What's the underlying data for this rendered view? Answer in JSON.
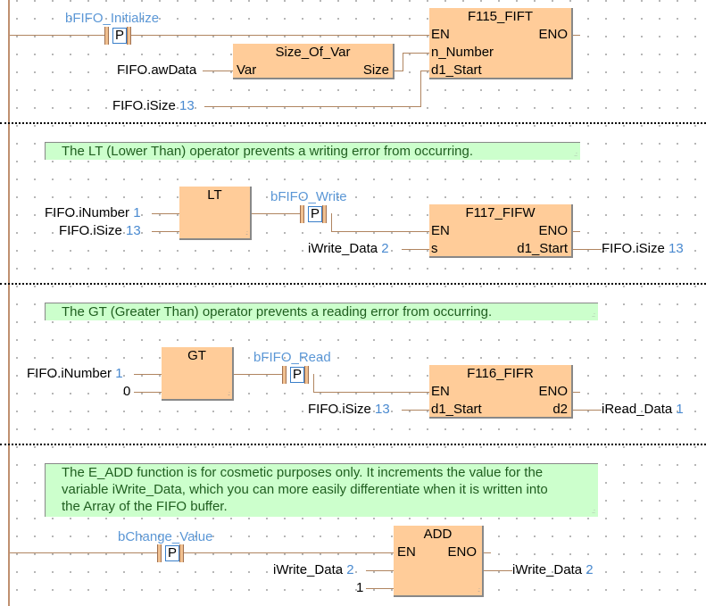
{
  "networks": [
    {
      "contact": {
        "variable": "bFIFO_Initialize",
        "type": "P"
      },
      "size_block": {
        "name": "Size_Of_Var",
        "input": "Var",
        "output": "Size",
        "input_var": "FIFO.awData"
      },
      "main_block": {
        "name": "F115_FIFT",
        "inputs": [
          "EN",
          "n_Number",
          "d1_Start"
        ],
        "output": "ENO"
      },
      "d1_var": {
        "name": "FIFO.iSize",
        "value": "13"
      }
    },
    {
      "comment": "The LT (Lower Than) operator prevents a writing error from occurring.",
      "compare_block": {
        "name": "LT"
      },
      "in1": {
        "name": "FIFO.iNumber",
        "value": "1"
      },
      "in2": {
        "name": "FIFO.iSize",
        "value": "13"
      },
      "contact": {
        "variable": "bFIFO_Write",
        "type": "P"
      },
      "main_block": {
        "name": "F117_FIFW",
        "inputs": [
          "EN",
          "s"
        ],
        "outputs": [
          "ENO",
          "d1_Start"
        ]
      },
      "s_var": {
        "name": "iWrite_Data",
        "value": "2"
      },
      "out_var": {
        "name": "FIFO.iSize",
        "value": "13"
      }
    },
    {
      "comment": "The GT (Greater Than) operator prevents a reading error from occurring.",
      "compare_block": {
        "name": "GT"
      },
      "in1": {
        "name": "FIFO.iNumber",
        "value": "1"
      },
      "in2": {
        "name": "",
        "value": "0"
      },
      "contact": {
        "variable": "bFIFO_Read",
        "type": "P"
      },
      "main_block": {
        "name": "F116_FIFR",
        "inputs": [
          "EN",
          "d1_Start"
        ],
        "outputs": [
          "ENO",
          "d2"
        ]
      },
      "d1_var": {
        "name": "FIFO.iSize",
        "value": "13"
      },
      "out_var": {
        "name": "iRead_Data",
        "value": "1"
      }
    },
    {
      "comment_lines": [
        "The E_ADD function is for cosmetic purposes only. It increments the value for the",
        "variable iWrite_Data, which you can more easily differentiate when it is written into",
        "the Array of the FIFO buffer."
      ],
      "contact": {
        "variable": "bChange_Value",
        "type": "P"
      },
      "main_block": {
        "name": "ADD",
        "inputs": [
          "EN"
        ],
        "output": "ENO"
      },
      "in1": {
        "name": "iWrite_Data",
        "value": "2"
      },
      "in2": {
        "name": "",
        "value": "1"
      },
      "out_var": {
        "name": "iWrite_Data",
        "value": "2"
      }
    }
  ]
}
